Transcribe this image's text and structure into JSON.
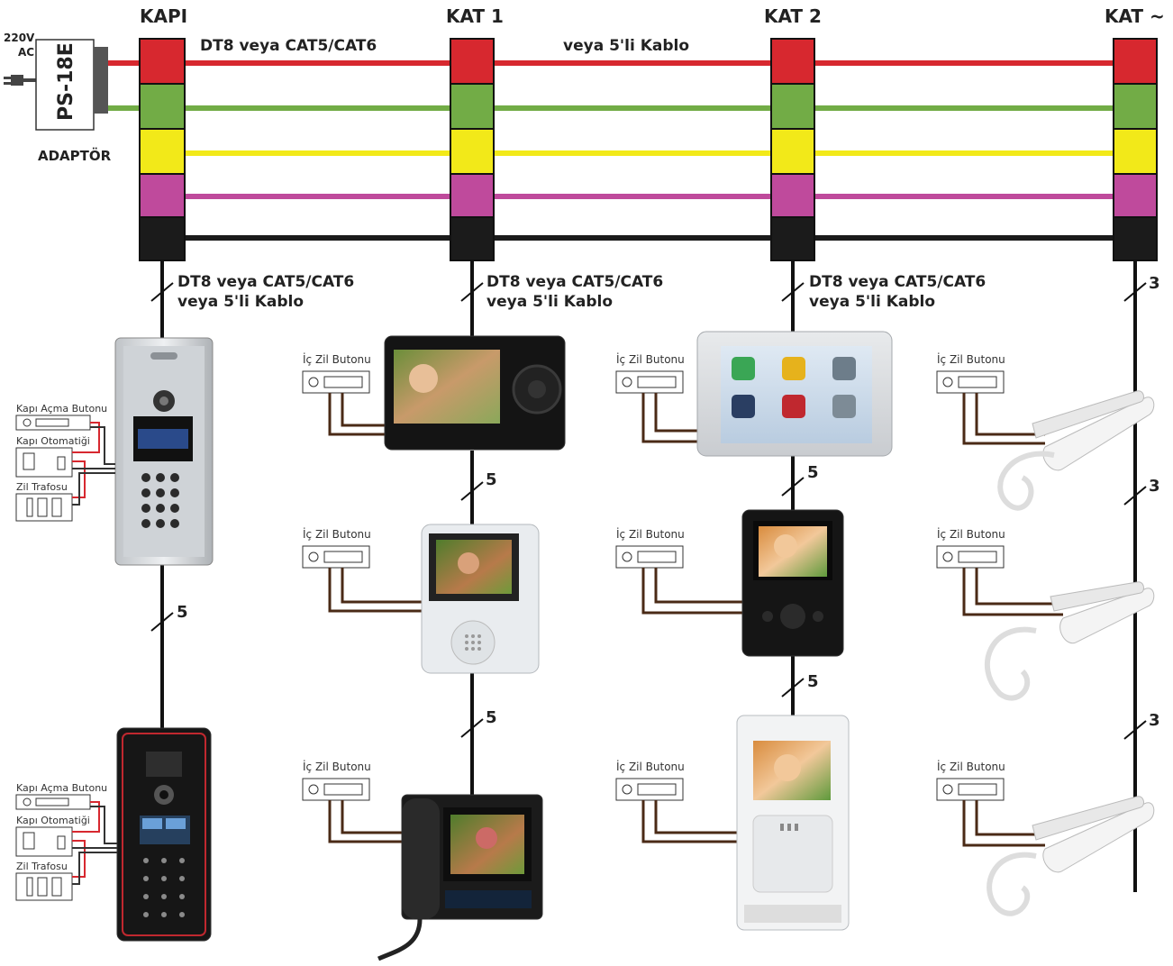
{
  "adapter": {
    "voltage": "220V",
    "ac": "AC",
    "model": "PS-18E",
    "label": "ADAPTÖR"
  },
  "columns": [
    "KAPI",
    "KAT 1",
    "KAT 2",
    "KAT ~"
  ],
  "top_cable_labels": {
    "left": "DT8 veya CAT5/CAT6",
    "right": "veya 5'li Kablo"
  },
  "riser_labels": {
    "line1": "DT8 veya CAT5/CAT6",
    "line2": "veya 5'li Kablo",
    "count3": "3",
    "count5": "5"
  },
  "door_accessories": {
    "open_button": "Kapı Açma Butonu",
    "door_automat": "Kapı Otomatiği",
    "bell_transformer": "Zil Trafosu"
  },
  "bell_button_label": "İç Zil Butonu",
  "colors": {
    "red": "#d7282f",
    "green": "#72ac46",
    "yellow": "#f2e919",
    "magenta": "#bf4a9c",
    "black": "#1b1b1b",
    "brown": "#4a2a16"
  }
}
